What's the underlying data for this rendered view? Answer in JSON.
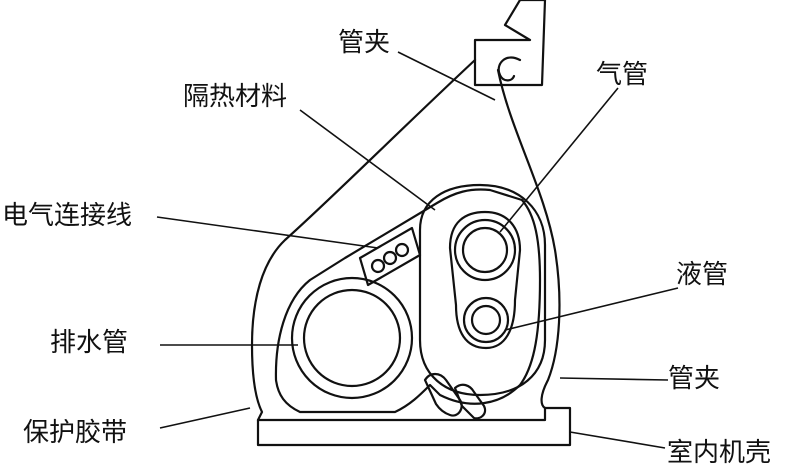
{
  "labels": {
    "pipe_clip_top": "管夹",
    "insulation": "隔热材料",
    "gas_pipe": "气管",
    "electric_wire": "电气连接线",
    "liquid_pipe": "液管",
    "drain_pipe": "排水管",
    "pipe_clip_bottom": "管夹",
    "protective_tape": "保护胶带",
    "indoor_casing": "室内机壳"
  }
}
